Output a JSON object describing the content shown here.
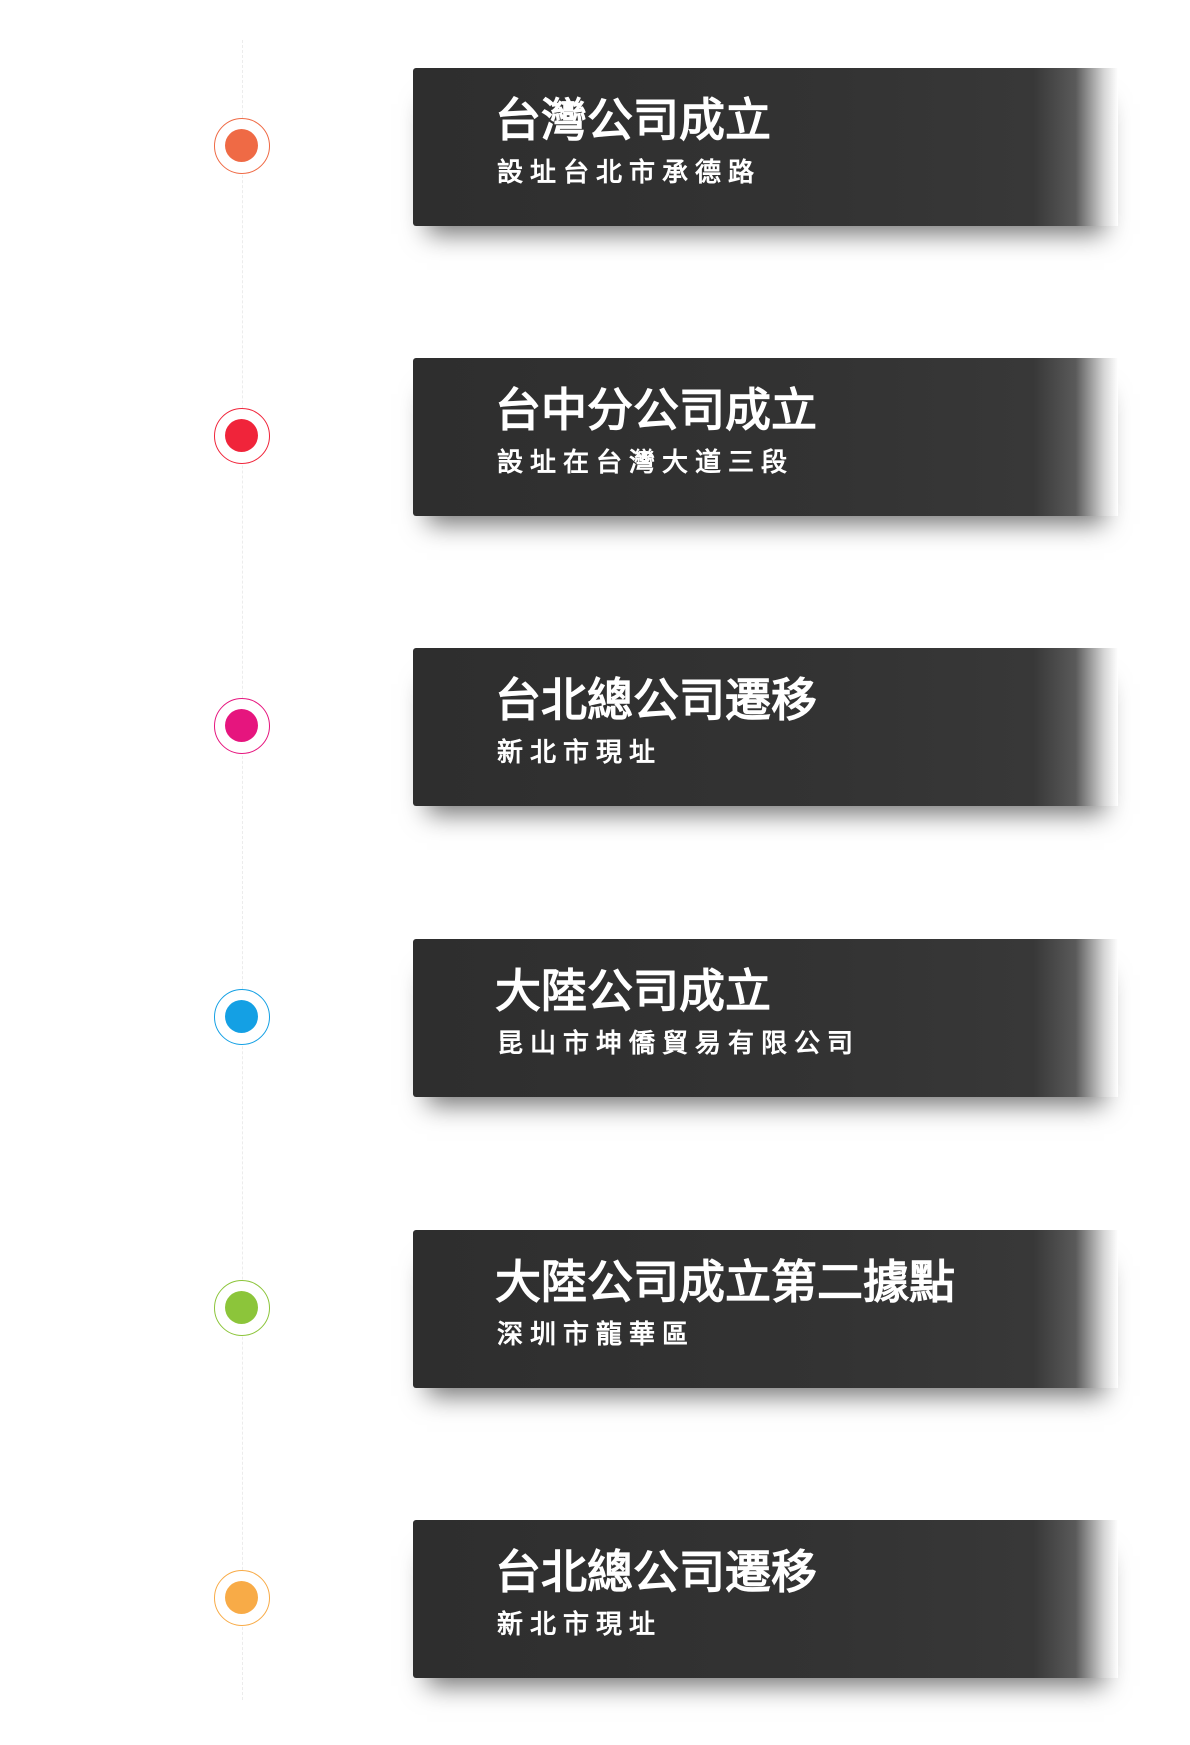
{
  "timeline": {
    "events": [
      {
        "title": "台灣公司成立",
        "subtitle": "設址台北市承德路",
        "dot_color": "#ef6a45"
      },
      {
        "title": "台中分公司成立",
        "subtitle": "設址在台灣大道三段",
        "dot_color": "#f0243a"
      },
      {
        "title": "台北總公司遷移",
        "subtitle": "新北市現址",
        "dot_color": "#e6157e"
      },
      {
        "title": "大陸公司成立",
        "subtitle": "昆山市坤僑貿易有限公司",
        "dot_color": "#14a0e4"
      },
      {
        "title": "大陸公司成立第二據點",
        "subtitle": "深圳市龍華區",
        "dot_color": "#8cc53a"
      },
      {
        "title": "台北總公司遷移",
        "subtitle": "新北市現址",
        "dot_color": "#f8ab47"
      }
    ]
  },
  "colors": {
    "card_background": "#333333",
    "card_text": "#ffffff",
    "page_background": "#ffffff"
  }
}
